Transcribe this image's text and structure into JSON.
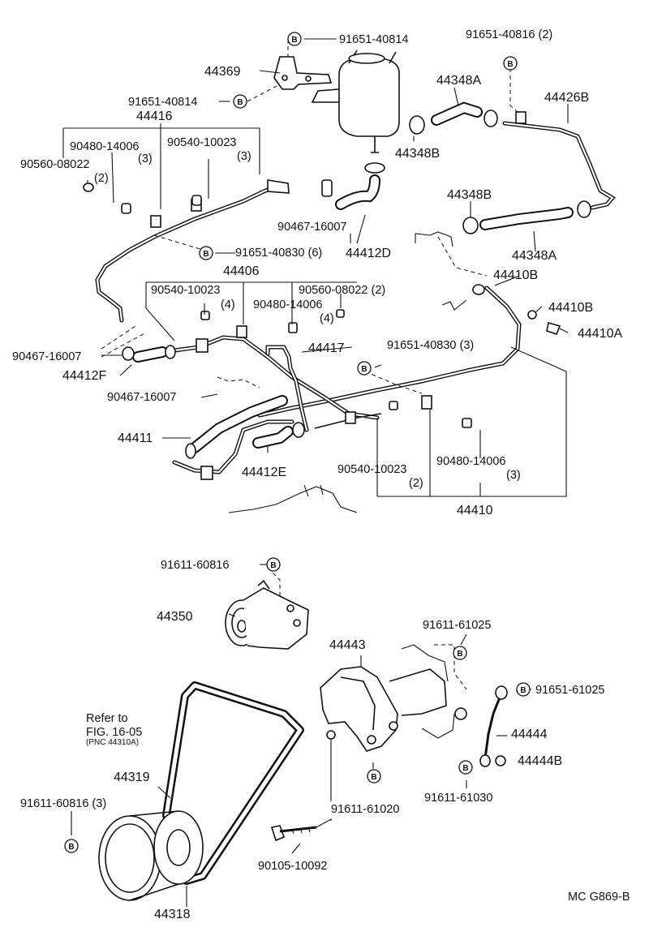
{
  "parts": {
    "p91651_40814_top": "91651-40814",
    "p44369": "44369",
    "p91651_40814_mid": "91651-40814",
    "p44416": "44416",
    "p90480_14006_a": "90480-14006",
    "p90480_14006_a_qty": "(3)",
    "p90540_10023_a": "90540-10023",
    "p90540_10023_a_qty": "(3)",
    "p90560_08022_a": "90560-08022",
    "p90560_08022_a_qty": "(2)",
    "p91651_40816": "91651-40816 (2)",
    "p44348A_top": "44348A",
    "p44426B": "44426B",
    "p44348B_top": "44348B",
    "p44348B_mid": "44348B",
    "p44348A_mid": "44348A",
    "p90467_16007_top": "90467-16007",
    "p44412D": "44412D",
    "p91651_40830_6": "91651-40830 (6)",
    "p44406": "44406",
    "p44410B_a": "44410B",
    "p90540_10023_b": "90540-10023",
    "p90540_10023_b_qty": "(4)",
    "p90560_08022_b": "90560-08022 (2)",
    "p90480_14006_b": "90480-14006",
    "p90480_14006_b_qty": "(4)",
    "p44410B_b": "44410B",
    "p44410A": "44410A",
    "p90467_16007_l": "90467-16007",
    "p44417": "44417",
    "p91651_40830_3": "91651-40830 (3)",
    "p44412F": "44412F",
    "p90467_16007_m": "90467-16007",
    "p44411": "44411",
    "p44412E": "44412E",
    "p90540_10023_c": "90540-10023",
    "p90540_10023_c_qty": "(2)",
    "p90480_14006_c": "90480-14006",
    "p90480_14006_c_qty": "(3)",
    "p44410": "44410",
    "p91611_60816_top": "91611-60816",
    "p44350": "44350",
    "p91611_61025": "91611-61025",
    "p44443": "44443",
    "p91651_61025": "91651-61025",
    "refer_line1": "Refer to",
    "refer_line2": "FIG. 16-05",
    "refer_line3": "(PNC 44310A)",
    "p44444": "44444",
    "p44444B": "44444B",
    "p44319": "44319",
    "p91611_60816_bot": "91611-60816 (3)",
    "p91611_61020": "91611-61020",
    "p91611_61030": "91611-61030",
    "p90105_10092": "90105-10092",
    "p44318": "44318",
    "diagram_code": "MC G869-B"
  },
  "marker_letter": "B"
}
